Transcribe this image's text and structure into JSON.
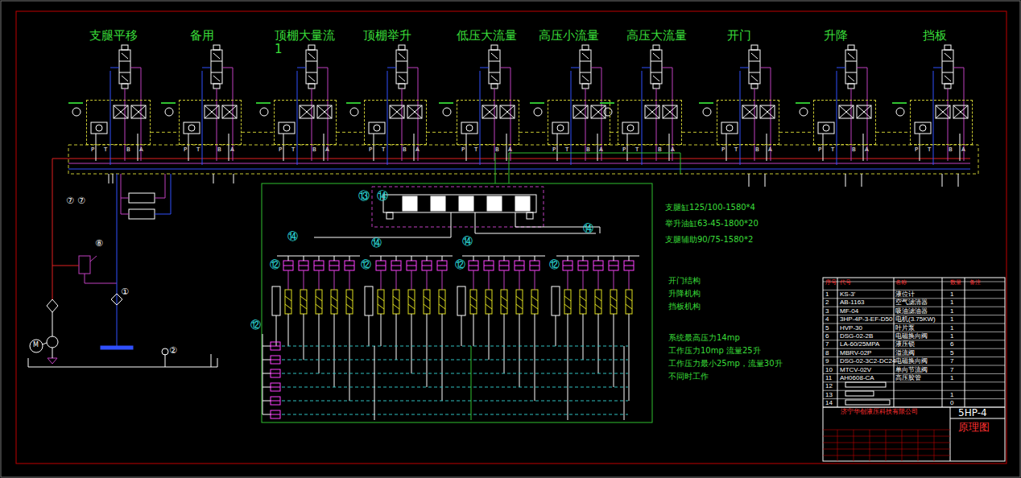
{
  "diagram": {
    "nodes": [
      {
        "text": [
          "支腿平移"
        ]
      },
      {
        "text": [
          "备用"
        ]
      },
      {
        "text": [
          "顶棚大量流 1"
        ]
      },
      {
        "text": [
          "顶棚举升"
        ]
      },
      {
        "text": [
          "低压大流量"
        ]
      },
      {
        "text": [
          "高压小流量"
        ]
      },
      {
        "text": [
          "高压大流量"
        ]
      },
      {
        "text": [
          "开门"
        ]
      },
      {
        "text": [
          "升降"
        ]
      },
      {
        "text": [
          "挡板"
        ]
      }
    ],
    "edges": [
      {
        "from": 0,
        "to": 1,
        "arrow": "none"
      },
      {
        "from": 1,
        "to": 2,
        "arrow": "none"
      },
      {
        "from": 2,
        "to": 3,
        "arrow": "none"
      },
      {
        "from": 3,
        "to": 4,
        "arrow": "none"
      },
      {
        "from": 4,
        "to": 5,
        "arrow": "none"
      },
      {
        "from": 5,
        "to": 6,
        "arrow": "none"
      },
      {
        "from": 6,
        "to": 7,
        "arrow": "none"
      },
      {
        "from": 7,
        "to": 8,
        "arrow": "none"
      },
      {
        "from": 8,
        "to": 9,
        "arrow": "none"
      }
    ],
    "labels": [
      "支腿缸125/100-1580*4",
      "举升油缸63-45-1800*20",
      "支腿辅助90/75-1580*2",
      "开门结构",
      "升降机构",
      "挡板机构",
      "系统最高压力14mp",
      "工作压力10mp 流量25升",
      "工作压力最小25mp，流量30升",
      "不同时工作",
      "⑬",
      "⑭",
      "⑭",
      "⑭",
      "⑭",
      "⑭",
      "⑫",
      "⑫",
      "⑫",
      "⑫",
      "⑫",
      "⑧",
      "①",
      "②",
      "⑦",
      "⑦",
      "M",
      "5HP-4",
      "原理图",
      "济宁华创液压科技有限公司",
      "序号",
      "代号",
      "名称",
      "数量",
      "备注",
      "1",
      "KS-3'",
      "液位计",
      "1",
      "2",
      "AB-1163",
      "空气滤清器",
      "1",
      "3",
      "MF-04",
      "吸油滤油器",
      "1",
      "4",
      "3HP-4P-3-EF-D50",
      "电机(3.75KW)",
      "1",
      "5",
      "HVP-30",
      "叶片泵",
      "1",
      "6",
      "DSG-02-2B",
      "电磁换向阀",
      "1",
      "7",
      "LA-60/25MPA",
      "液压锁",
      "6",
      "8",
      "MBRV-02P",
      "溢流阀",
      "5",
      "9",
      "DSG-02-3C2-DC24",
      "电磁换向阀",
      "7",
      "10",
      "MTCV-02V",
      "单向节流阀",
      "7",
      "11",
      "AH0608-CA",
      "高压胶管",
      "1",
      "12",
      "13",
      "1",
      "14",
      "0",
      "P",
      "T",
      "B",
      "A",
      "P",
      "T",
      "B",
      "A",
      "P",
      "T",
      "B",
      "A",
      "P",
      "T",
      "B",
      "A",
      "P",
      "T",
      "B",
      "A",
      "P",
      "T",
      "B",
      "A",
      "P",
      "T",
      "B",
      "A",
      "P",
      "T",
      "B",
      "A",
      "P",
      "T",
      "B",
      "A",
      "P",
      "T",
      "B",
      "A"
    ]
  }
}
